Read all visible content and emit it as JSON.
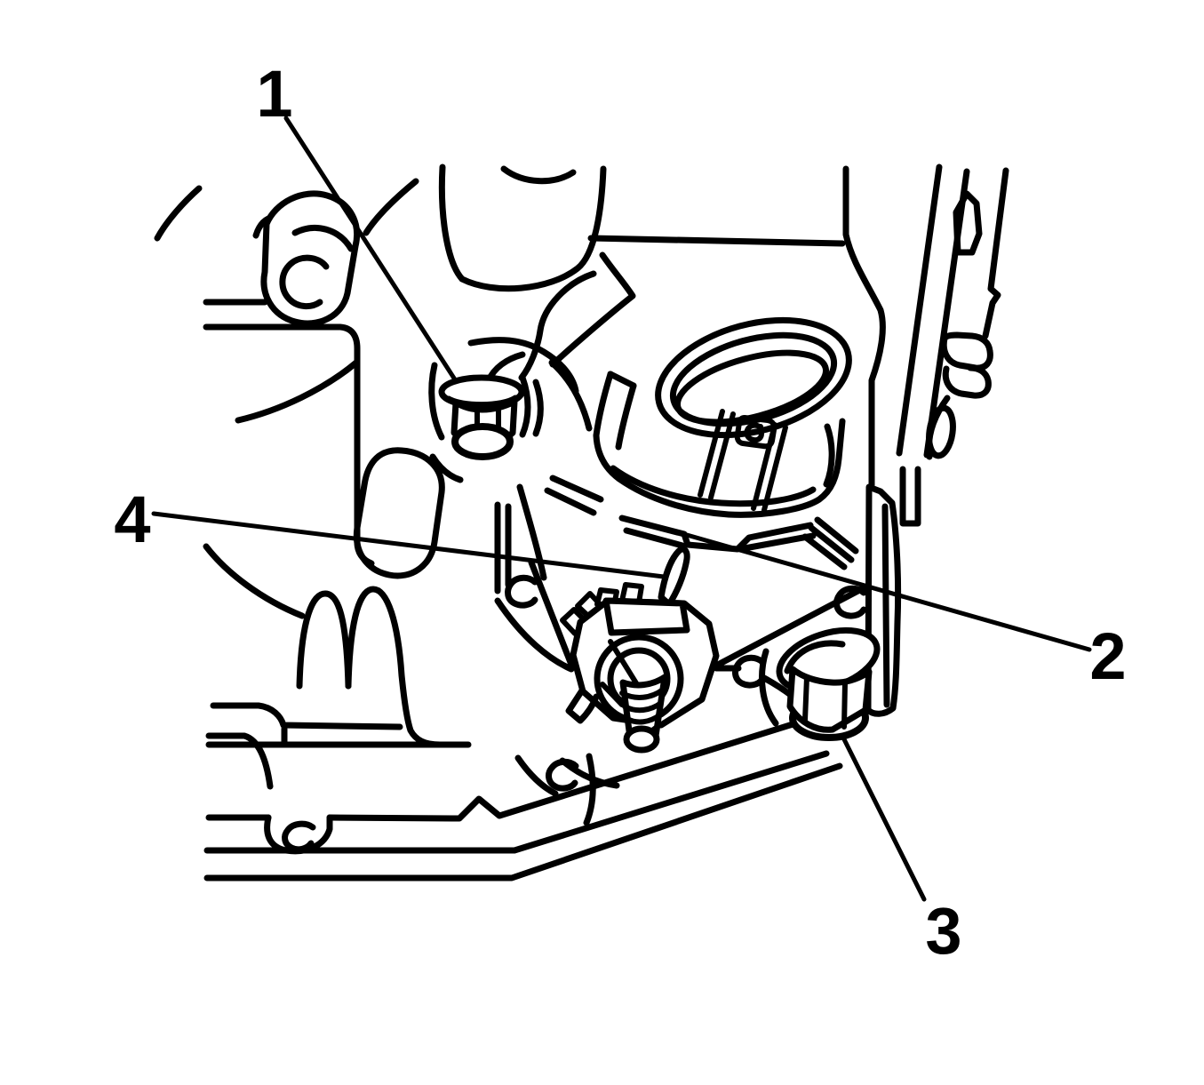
{
  "figure": {
    "kind": "technical-line-illustration",
    "background_color": "#ffffff",
    "line_color": "#000000",
    "callouts": [
      {
        "label": "1"
      },
      {
        "label": "2"
      },
      {
        "label": "3"
      },
      {
        "label": "4"
      }
    ]
  }
}
